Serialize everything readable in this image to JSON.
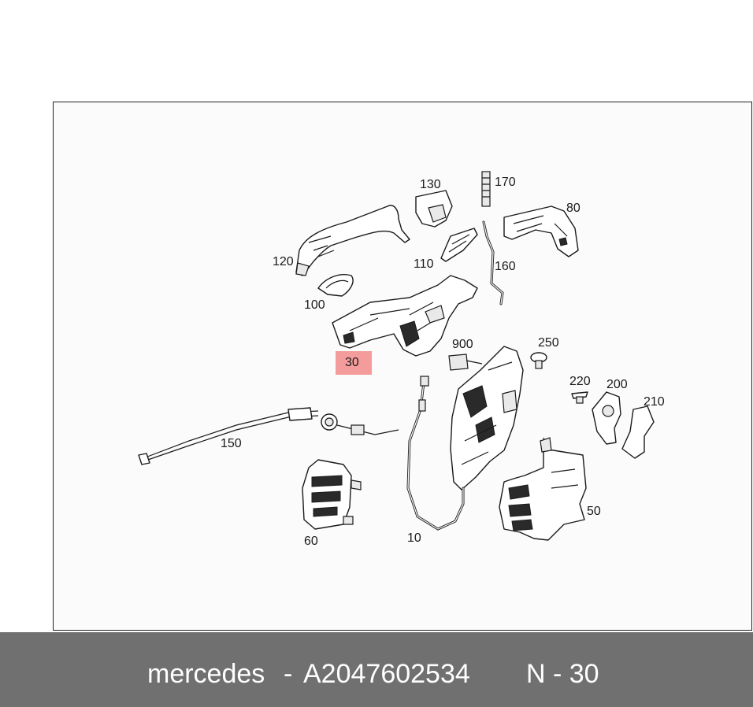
{
  "diagram": {
    "callouts": {
      "c10": "10",
      "c30": "30",
      "c50": "50",
      "c60": "60",
      "c80": "80",
      "c100": "100",
      "c110": "110",
      "c120": "120",
      "c130": "130",
      "c150": "150",
      "c160": "160",
      "c170": "170",
      "c200": "200",
      "c210": "210",
      "c220": "220",
      "c250": "250",
      "c900": "900"
    },
    "highlighted_part": "30",
    "highlight_color": "#f28b8b"
  },
  "footer": {
    "brand": "mercedes",
    "separator": "-",
    "part_number": "A2047602534",
    "position_label": "N - 30",
    "background": "#707070"
  }
}
